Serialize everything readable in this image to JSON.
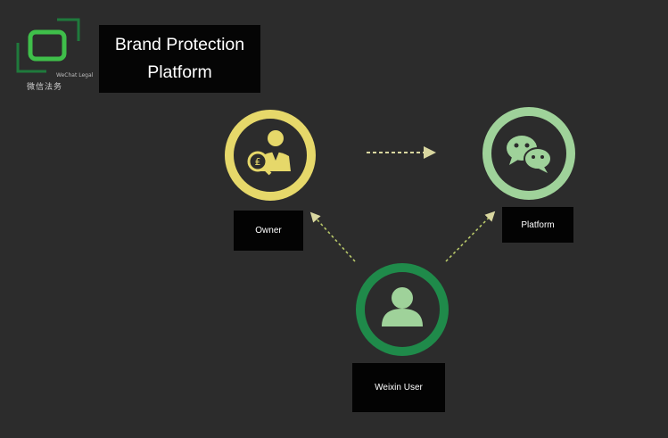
{
  "logo": {
    "name_en": "WeChat Legal",
    "name_cn": "微信法务",
    "icon": "wechat-legal-logo"
  },
  "title": {
    "line1": "Brand Protection",
    "line2": "Platform"
  },
  "nodes": {
    "owner": {
      "label": "Owner",
      "icon": "owner-magnifier-icon",
      "color": "#e6d86a"
    },
    "platform": {
      "label": "Platform",
      "icon": "wechat-chat-bubbles-icon",
      "color": "#9fd29a"
    },
    "user": {
      "label": "Weixin User",
      "icon": "user-person-icon",
      "color": "#1f8a4a"
    }
  },
  "colors": {
    "background": "#2c2c2c",
    "arrow": "#d9d7a0"
  }
}
